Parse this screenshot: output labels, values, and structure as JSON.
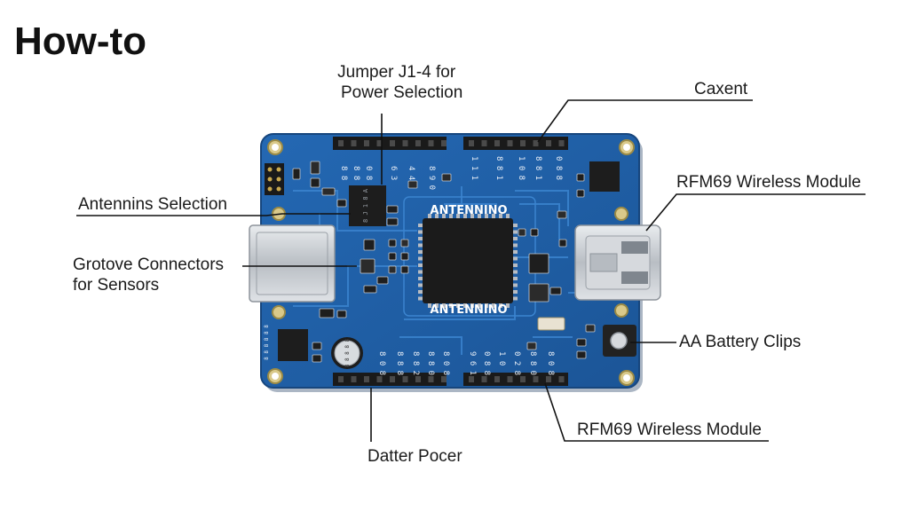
{
  "page": {
    "title": "How-to"
  },
  "board": {
    "brand_top": "ANTENNINO",
    "brand_bottom": "ANTENNINO",
    "header_top_left_labels": [
      "8 8",
      "8 8",
      "0 8",
      "6 3",
      "4 4",
      "8 9 0"
    ],
    "header_top_right_labels": [
      "1 1 1",
      "8 8 1",
      "1 0 8",
      "8 8 1",
      "0 8 8"
    ],
    "header_bottom_left_labels": [
      "8 0 8",
      "8 8 8",
      "8 8 2",
      "8 8 0",
      "8 0 8"
    ],
    "header_bottom_right_labels": [
      "9 6 1",
      "0 8 8",
      "1 0",
      "0 2 8",
      "8 8 0",
      "8 0 8"
    ],
    "chip_label": "8 J 1 8 A",
    "capacitor_label": "8 8 8 8 8",
    "side_label": "8 8 8 8 8 8"
  },
  "callouts": {
    "jumper": [
      "Jumper J1-4 for",
      "Power Selection"
    ],
    "caxent": "Caxent",
    "rfm69_top": "RFM69 Wireless Module",
    "antennins": "Antennins Selection",
    "grotove": [
      "Grotove Connectors",
      "for Sensors"
    ],
    "battery": "AA Battery Clips",
    "rfm69_bottom": "RFM69 Wireless Module",
    "datter": "Datter Pocer"
  },
  "colors": {
    "board": "#1f5fa8",
    "board_edge": "#17467d",
    "trace": "#2f77c2",
    "header": "#1a1a1a",
    "chip": "#1b1b1b",
    "metal": "#c9cdd2",
    "mount_hole": "#d9c98a",
    "label_line": "#111111"
  }
}
